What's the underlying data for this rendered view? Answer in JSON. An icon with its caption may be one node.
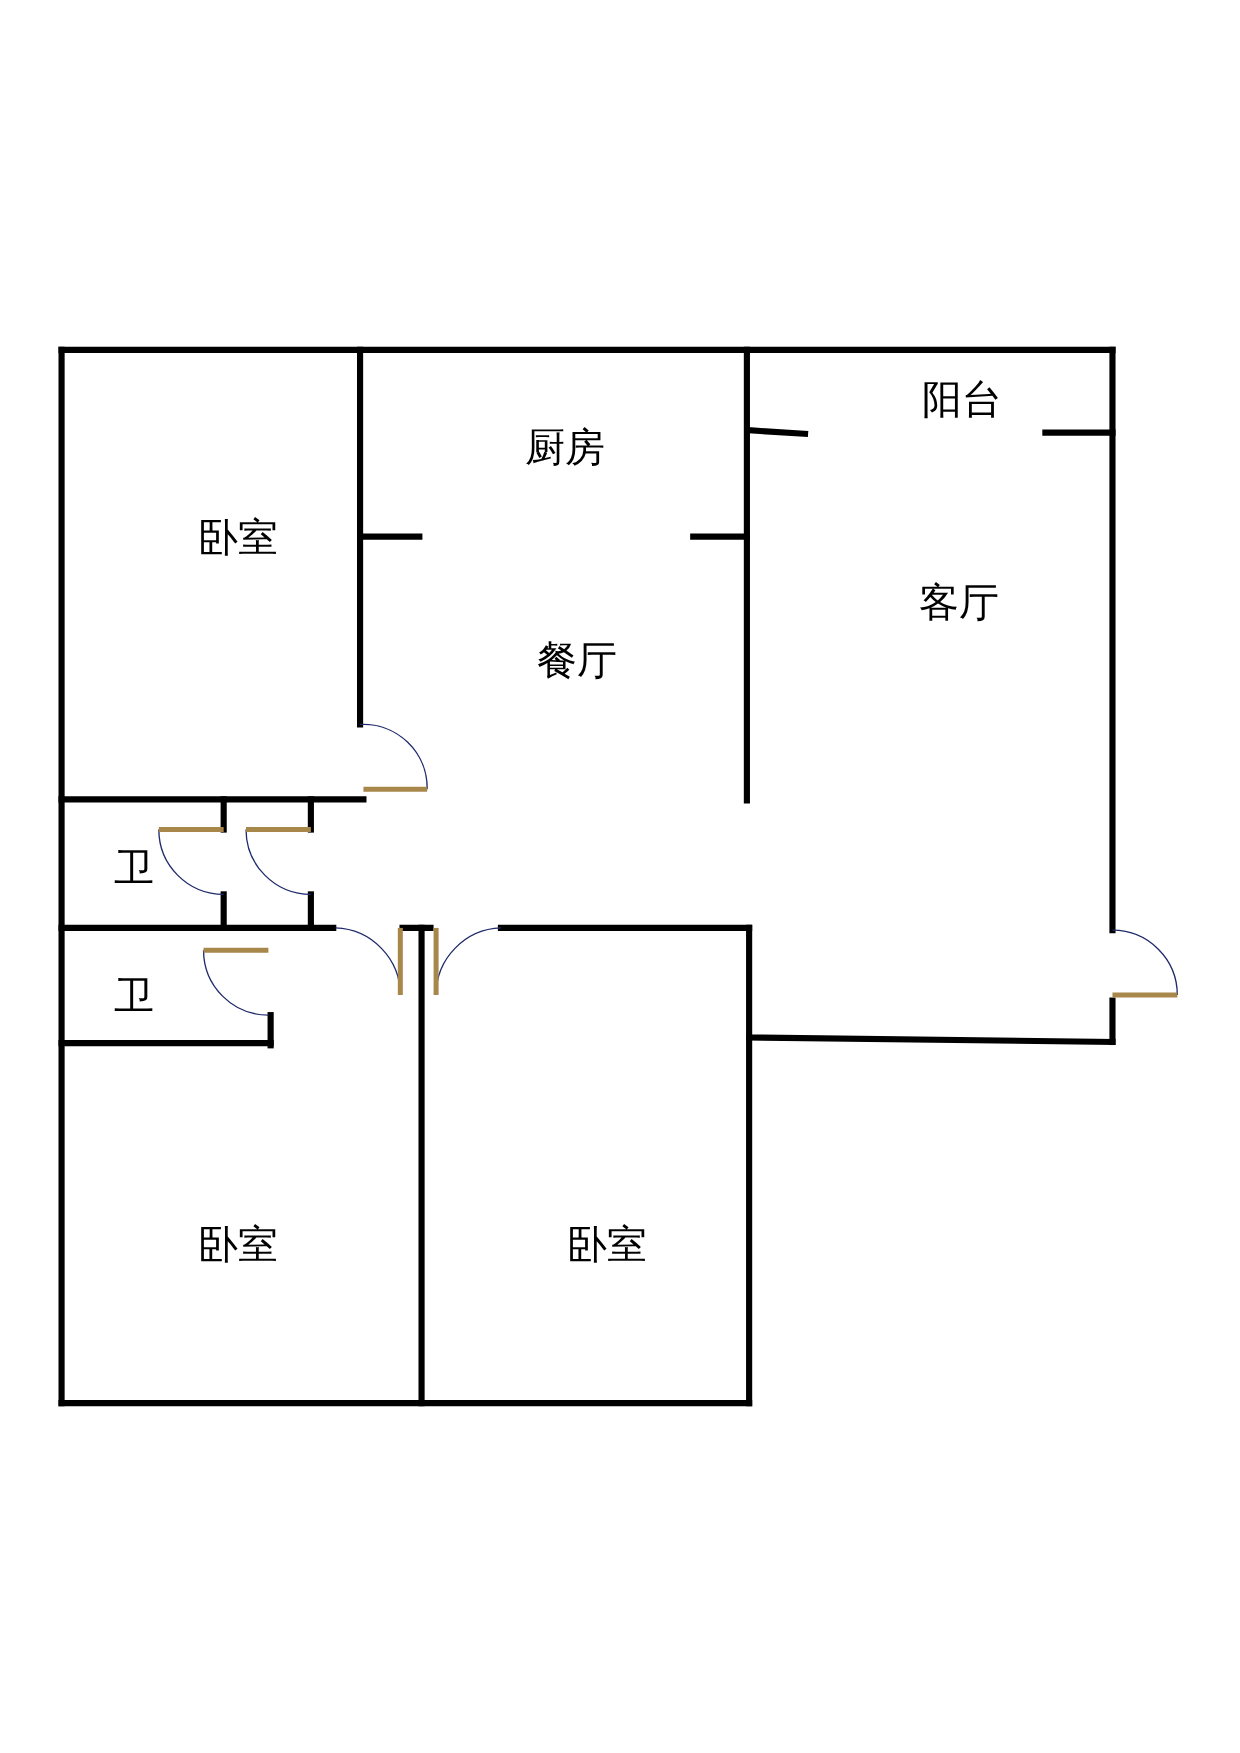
{
  "diagram": {
    "labels": [
      "卧室",
      "厨房",
      "阳台",
      "客厅",
      "餐厅",
      "卫",
      "卫",
      "卧室",
      "卧室"
    ]
  }
}
